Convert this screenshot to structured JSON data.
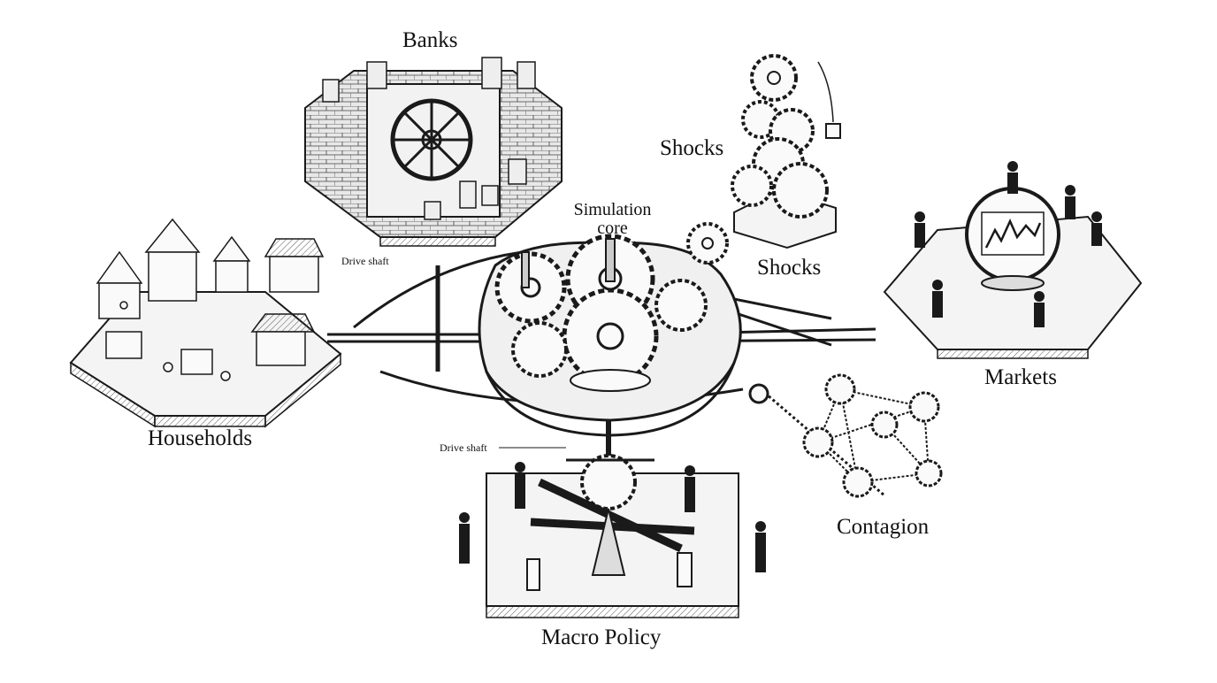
{
  "labels": {
    "banks": "Banks",
    "shocks_top": "Shocks",
    "shocks_bottom": "Shocks",
    "simulation_core": "Simulation core",
    "drive_shaft_top": "Drive shaft",
    "drive_shaft_bottom": "Drive shaft",
    "households": "Households",
    "markets": "Markets",
    "contagion": "Contagion",
    "macro_policy": "Macro Policy"
  },
  "colors": {
    "ink": "#1a1a1a",
    "platform": "#f4f4f4",
    "shade": "#cfcfcf",
    "background": "#ffffff"
  },
  "icons": {
    "core": "gear-cluster-icon",
    "banks": "vault-wheel-icon",
    "markets": "chart-globe-icon",
    "households": "village-icon",
    "policy": "lever-balance-icon",
    "contagion": "chain-gear-network-icon",
    "shocks": "gear-tower-icon"
  }
}
